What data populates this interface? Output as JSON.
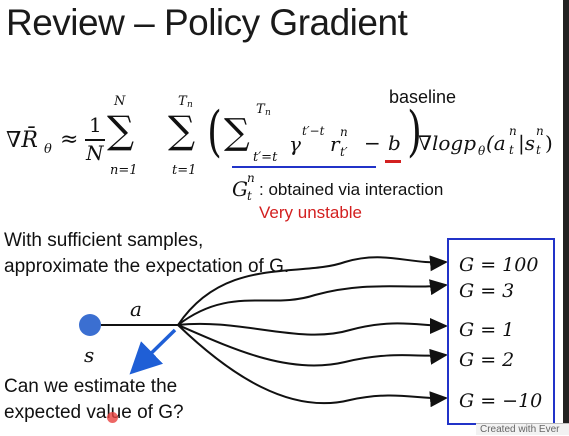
{
  "slide": {
    "title": "Review – Policy Gradient"
  },
  "formula": {
    "lhs": "∇R̄",
    "lhs_sub": "θ",
    "approx": "≈",
    "frac_num": "1",
    "frac_den": "N",
    "sum1_top": "N",
    "sum1_bottom": "n=1",
    "sum2_top": "T",
    "sum2_top_sub": "n",
    "sum2_bottom": "t=1",
    "inner_sum_top": "T",
    "inner_sum_top_sub": "n",
    "inner_sum_bottom": "t′=t",
    "gamma_term": "γ",
    "gamma_exp": "t′−t",
    "reward": "r",
    "reward_sup": "n",
    "reward_sub": "t′",
    "minus": "−",
    "baseline_var": "b",
    "grad_log": "∇logp",
    "grad_log_sub": "θ",
    "action_term": "(a",
    "action_sup": "n",
    "action_sub": "t",
    "state_sep": "|s",
    "state_sup": "n",
    "state_sub": "t",
    "close_paren": ")"
  },
  "annotations": {
    "baseline_label": "baseline",
    "g_symbol": "G",
    "g_sup": "n",
    "g_sub": "t",
    "obtained_text": ": obtained via interaction",
    "unstable_text": "Very unstable"
  },
  "body_text": {
    "line1": "With sufficient samples,",
    "line2": "approximate the expectation of G.",
    "question_line1": "Can we estimate the",
    "question_line2": "expected value of G?"
  },
  "diagram": {
    "state_label": "s",
    "action_label": "a",
    "g_values": [
      "G = 100",
      "G = 3",
      "G = 1",
      "G = 2",
      "G = −10"
    ]
  },
  "watermark": {
    "text": "Created with Ever"
  },
  "colors": {
    "box_border": "#2133c8",
    "arrow_blue": "#1f5fd6",
    "node_blue": "#3b6fd1",
    "accent_red": "#d32020",
    "underline_blue": "#2133c8"
  }
}
